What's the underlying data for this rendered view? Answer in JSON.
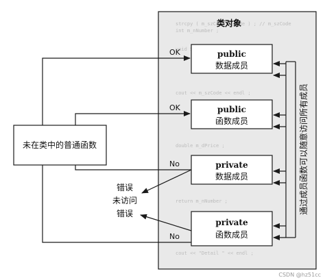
{
  "class_object": {
    "title": "类对象",
    "members": [
      {
        "id": "public-data",
        "access": "public",
        "kind": "数据成员",
        "result": "OK"
      },
      {
        "id": "public-func",
        "access": "public",
        "kind": "函数成员",
        "result": "OK"
      },
      {
        "id": "private-data",
        "access": "private",
        "kind": "数据成员",
        "result": "No"
      },
      {
        "id": "private-func",
        "access": "private",
        "kind": "函数成员",
        "result": "No"
      }
    ]
  },
  "outside_function": {
    "label": "未在类中的普通函数"
  },
  "error_note": {
    "lines": [
      "错误",
      "未访问",
      "错误"
    ]
  },
  "member_access_note": "通过成员函数可以随意访问所有成员",
  "watermark": "CSDN @hz51cc",
  "colors": {
    "panel_fill": "#e9e9e9",
    "line": "#1a1a1a",
    "box_fill": "#ffffff"
  }
}
